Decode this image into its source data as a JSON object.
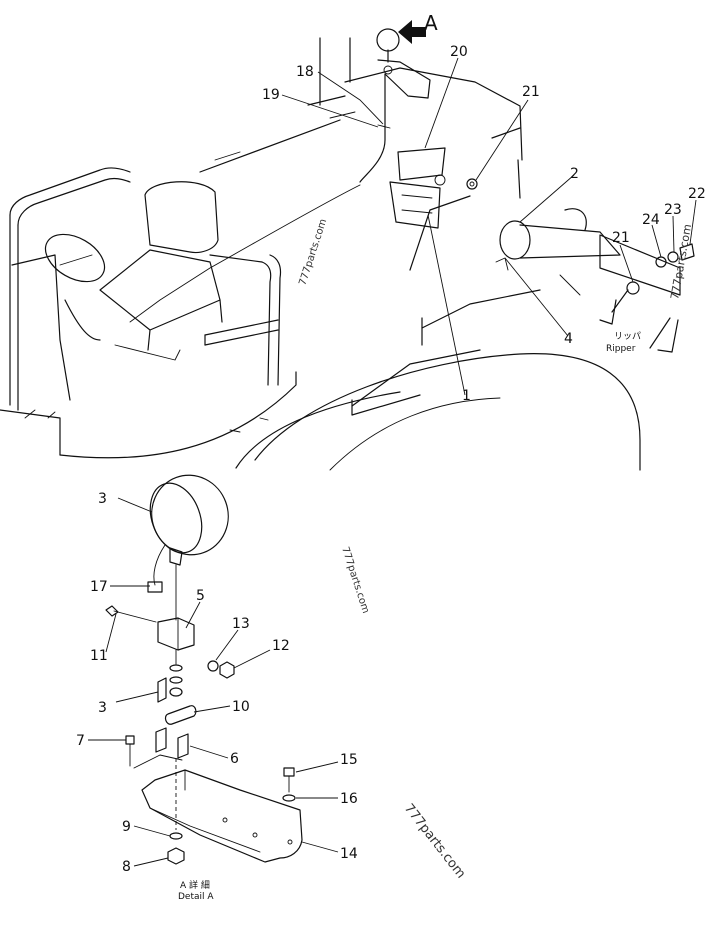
{
  "view_marker": "A",
  "ripper": {
    "jp": "リッパ",
    "en": "Ripper"
  },
  "detail": {
    "jp": "A 詳 細",
    "en": "Detail A"
  },
  "watermarks": [
    "777parts.com",
    "777parts.com",
    "777parts.com",
    "777parts.com"
  ],
  "callouts": {
    "c1": "1",
    "c2": "2",
    "c3a": "3",
    "c3b": "3",
    "c4": "4",
    "c5": "5",
    "c6": "6",
    "c7": "7",
    "c8": "8",
    "c9": "9",
    "c10": "10",
    "c11": "11",
    "c12": "12",
    "c13": "13",
    "c14": "14",
    "c15": "15",
    "c16": "16",
    "c17": "17",
    "c18": "18",
    "c19": "19",
    "c20": "20",
    "c21a": "21",
    "c21b": "21",
    "c22": "22",
    "c23": "23",
    "c24": "24"
  },
  "colors": {
    "line": "#111111",
    "background": "#ffffff"
  }
}
